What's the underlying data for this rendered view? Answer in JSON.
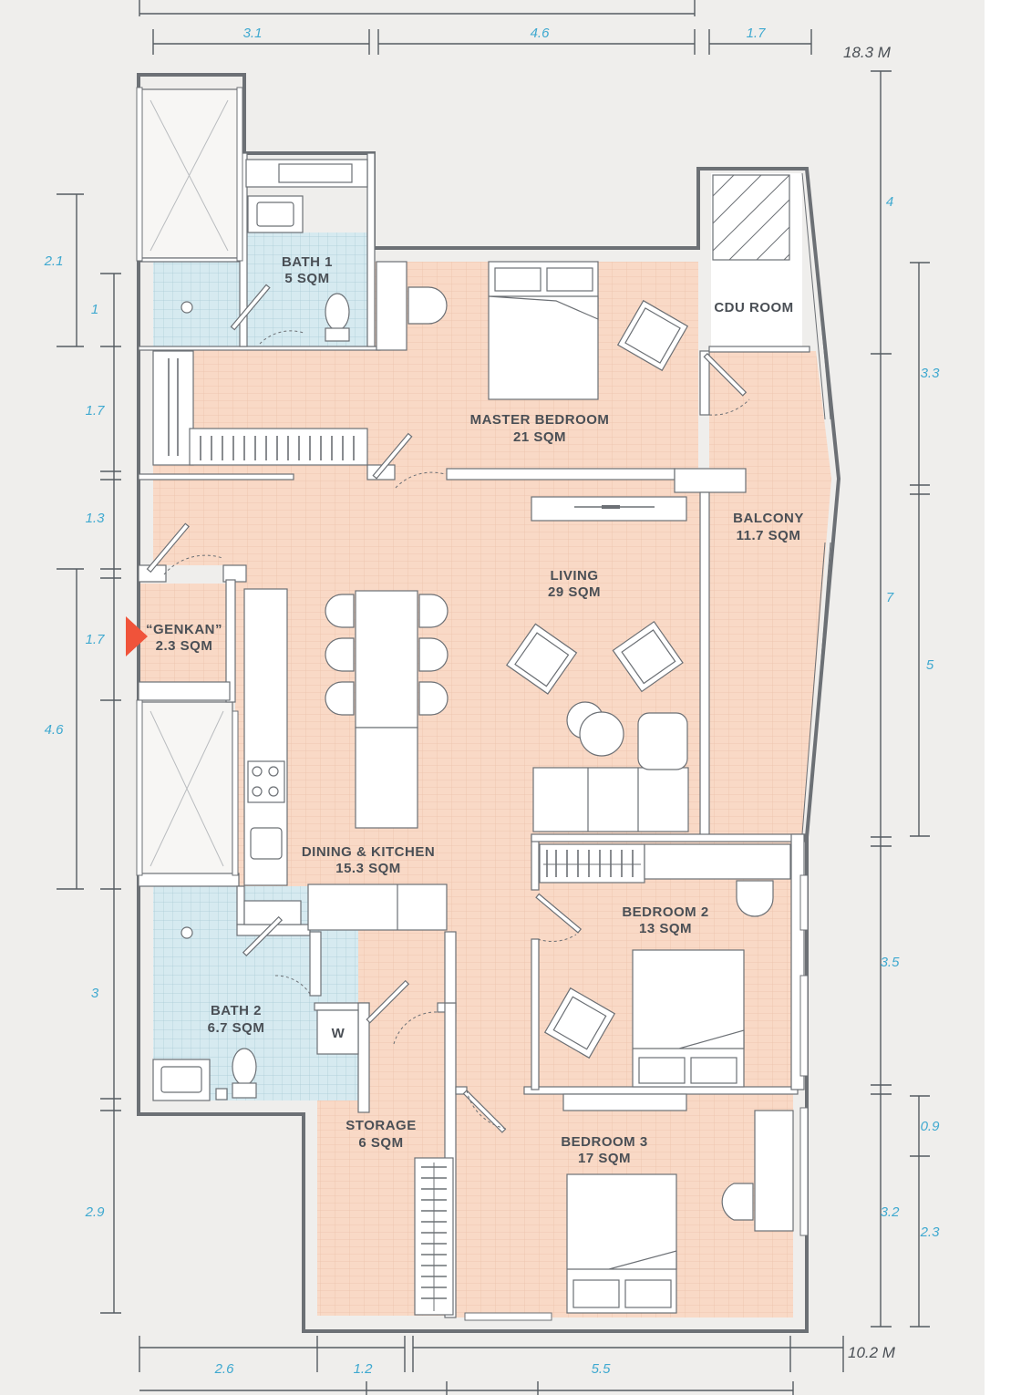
{
  "colors": {
    "background": "#efeeec",
    "floor_wood": "#f9d9c6",
    "floor_grid": "#ecc3ab",
    "floor_tile": "#d6eaf0",
    "tile_grid": "#a9cbd6",
    "wall": "#6c7075",
    "dimension_text": "#3fa9d0",
    "label_text": "#4a4f55",
    "entrance_marker": "#f0533a"
  },
  "totals": {
    "width": "18.3 M",
    "depth": "10.2 M"
  },
  "rooms": {
    "bath1": {
      "name": "BATH 1",
      "area": "5 SQM"
    },
    "master": {
      "name": "MASTER BEDROOM",
      "area": "21 SQM"
    },
    "cdu": {
      "name": "CDU ROOM"
    },
    "balcony": {
      "name": "BALCONY",
      "area": "11.7 SQM"
    },
    "living": {
      "name": "LIVING",
      "area": "29 SQM"
    },
    "genkan": {
      "name": "“GENKAN”",
      "area": "2.3 SQM"
    },
    "dining": {
      "name": "DINING & KITCHEN",
      "area": "15.3 SQM"
    },
    "bedroom2": {
      "name": "BEDROOM 2",
      "area": "13 SQM"
    },
    "bath2": {
      "name": "BATH 2",
      "area": "6.7 SQM"
    },
    "storage": {
      "name": "STORAGE",
      "area": "6 SQM"
    },
    "bedroom3": {
      "name": "BEDROOM 3",
      "area": "17 SQM"
    },
    "washer": {
      "label": "W"
    }
  },
  "dimensions": {
    "top": [
      "3.1",
      "4.6",
      "1.7"
    ],
    "bottom": [
      "2.6",
      "1.2",
      "5.5"
    ],
    "left_outer": [
      "2.1",
      "4.6"
    ],
    "left_inner": [
      "1",
      "1.7",
      "1.3",
      "1.7",
      "3",
      "2.9"
    ],
    "right_outer": [
      "4",
      "7",
      "3.5",
      "3.2"
    ],
    "right_inner": [
      "3.3",
      "5",
      "0.9",
      "2.3"
    ]
  },
  "icons": [
    "entrance-arrow-icon",
    "bed-icon",
    "armchair-icon",
    "toilet-icon",
    "sink-icon",
    "stove-icon",
    "wardrobe-icon",
    "shower-icon"
  ]
}
